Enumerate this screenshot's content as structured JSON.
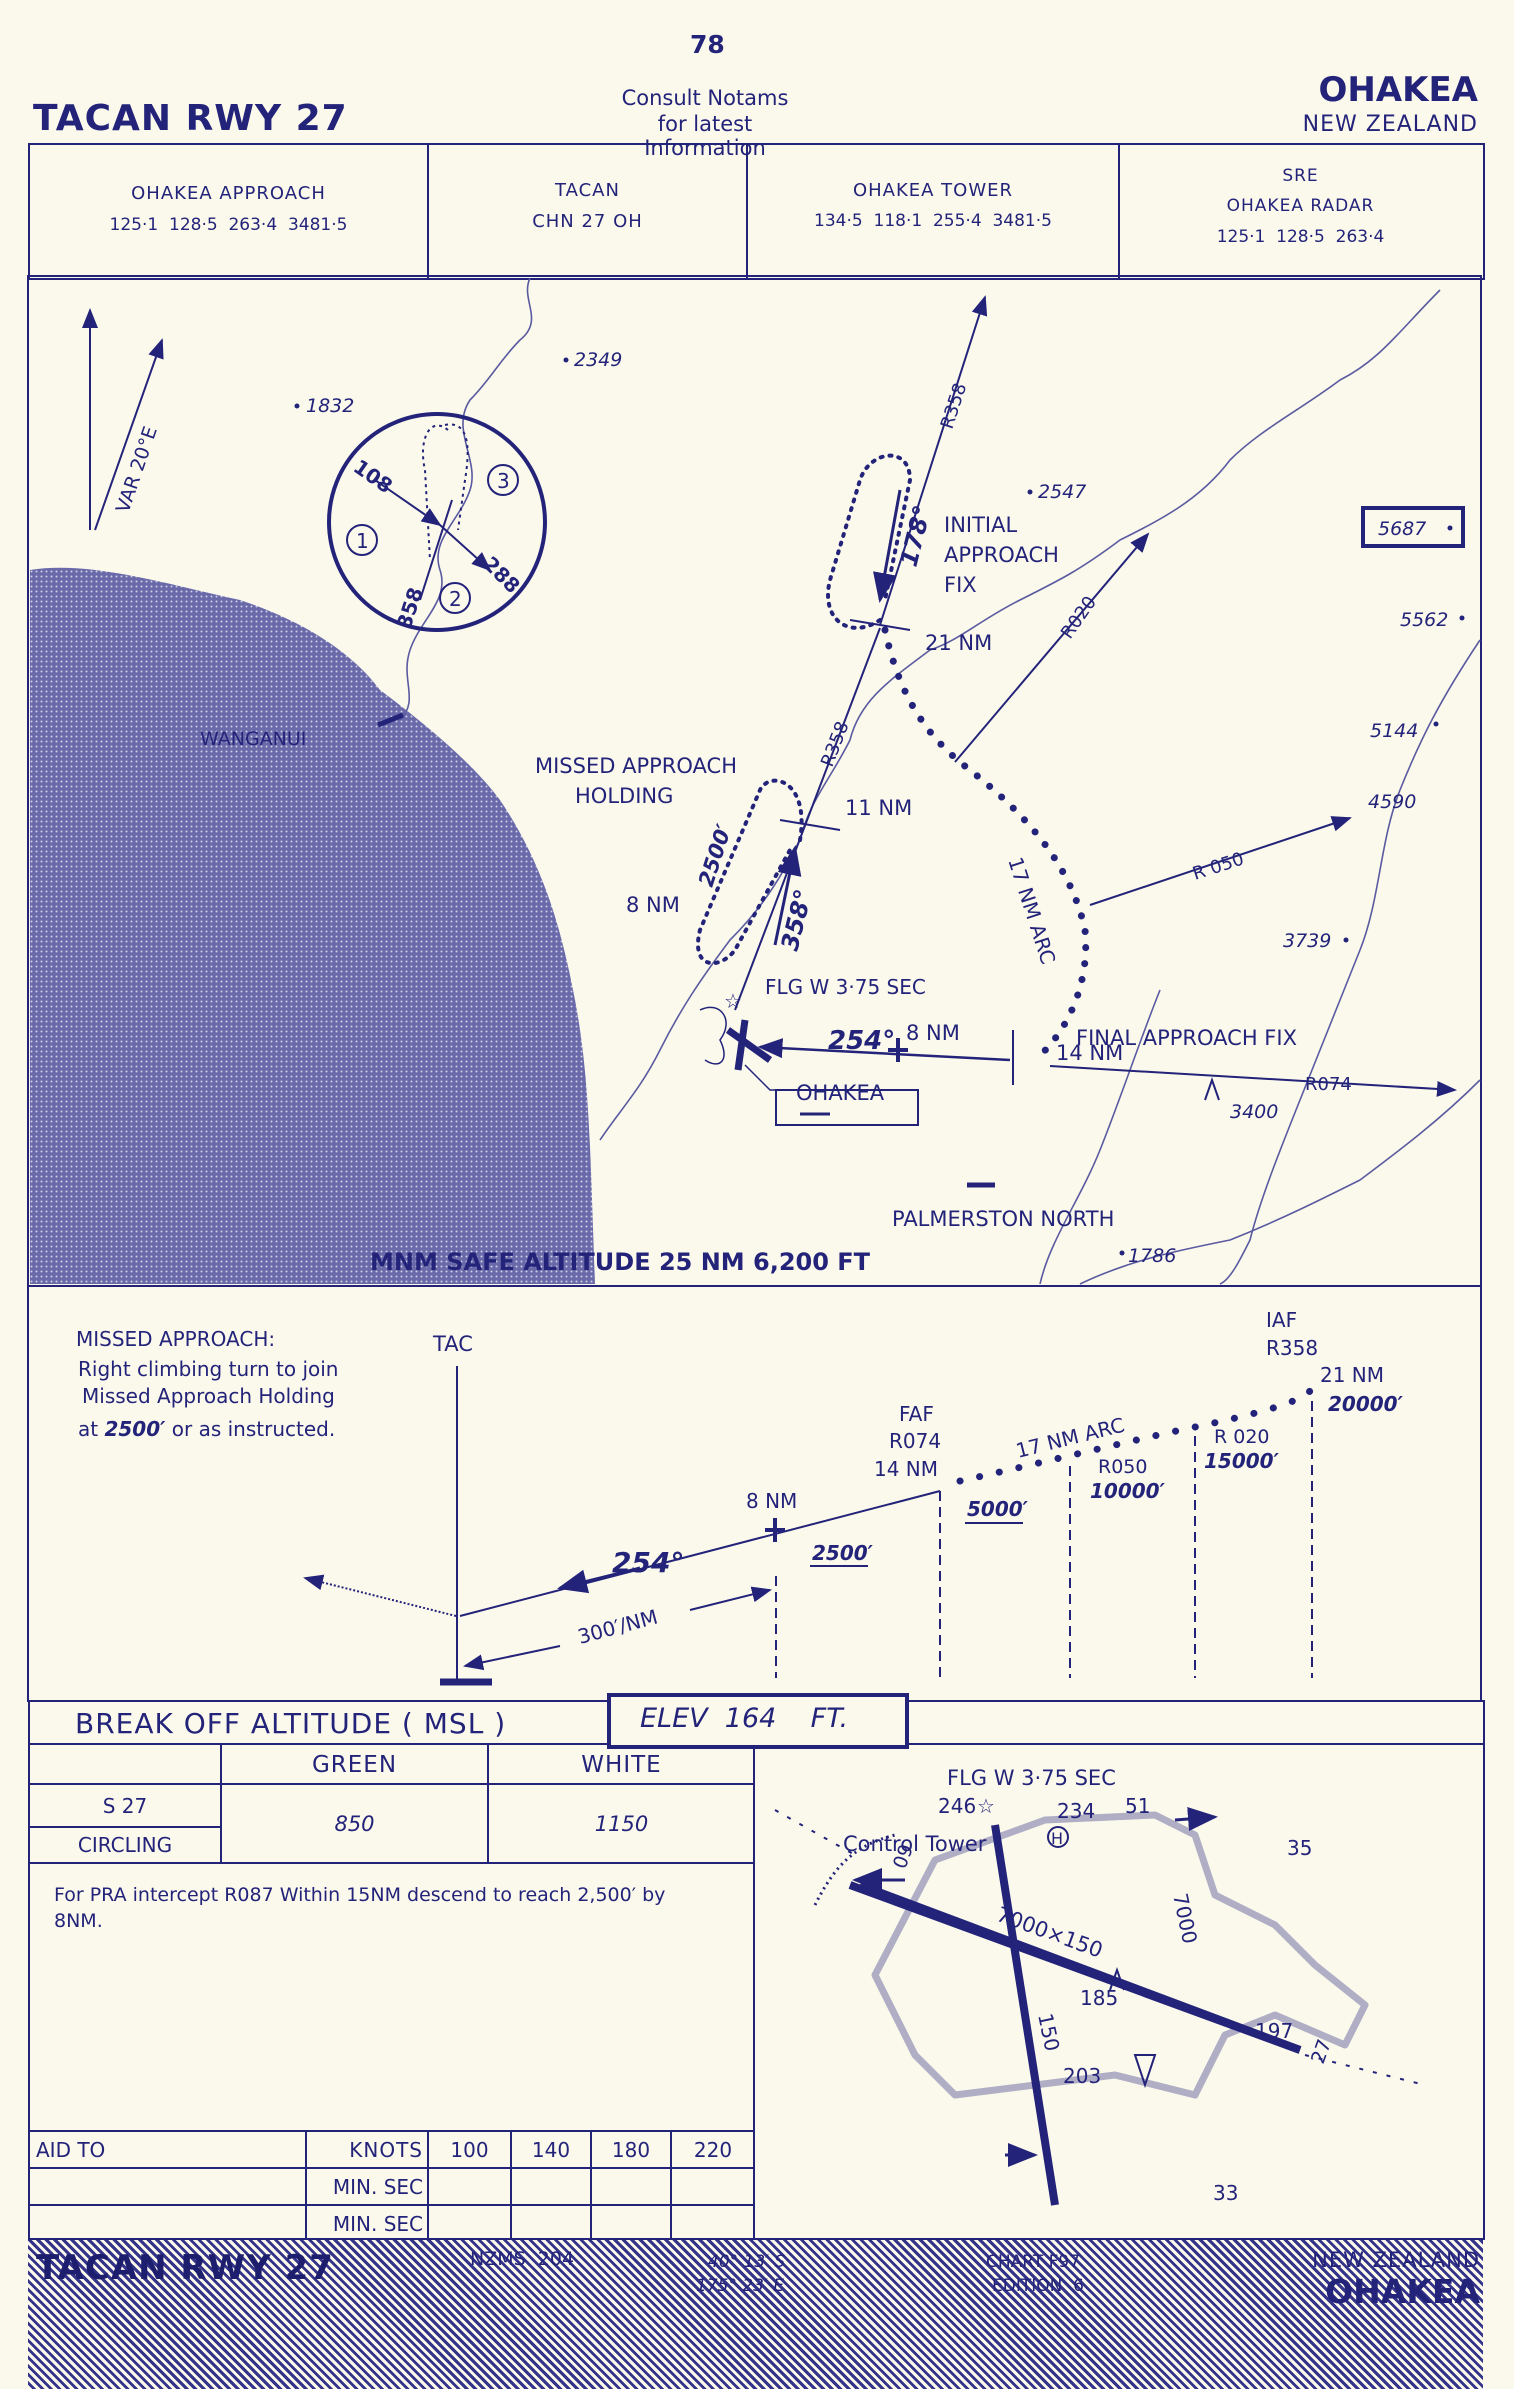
{
  "header": {
    "page_number": "78",
    "title": "TACAN RWY 27",
    "notams_line1": "Consult Notams",
    "notams_line2": "for latest Information",
    "airport": "OHAKEA",
    "country": "NEW ZEALAND"
  },
  "frequencies": [
    {
      "name": "OHAKEA APPROACH",
      "value": "125·1  128·5  263·4  3481·5"
    },
    {
      "name": "TACAN",
      "value": "CHN 27 OH"
    },
    {
      "name": "OHAKEA TOWER",
      "value": "134·5  118·1  255·4  3481·5"
    },
    {
      "name_line1": "SRE",
      "name_line2": "OHAKEA RADAR",
      "value": "125·1  128·5  263·4"
    }
  ],
  "plan": {
    "var": "VAR 20°E",
    "elevations": [
      "2349",
      "1832",
      "2547",
      "5687",
      "5562",
      "5144",
      "4590",
      "3739",
      "3400",
      "1786"
    ],
    "holding_numbers": {
      "n1": "1",
      "n2": "2",
      "n3": "3",
      "h108": "108",
      "h358": "358",
      "h288": "288"
    },
    "wanganui": "WANGANUI",
    "missed_holding_1": "MISSED APPROACH",
    "missed_holding_2": "HOLDING",
    "alt_2500": "2500′",
    "r358_upper": "R358",
    "r358_lower": "R358",
    "initial_1": "INITIAL",
    "initial_2": "APPROACH",
    "initial_3": "FIX",
    "inbound_178": "178°",
    "nm21": "21 NM",
    "r020": "R020",
    "nm11": "11 NM",
    "arc": "17 NM ARC",
    "r050": "R 050",
    "nm8": "8 NM",
    "inbound_358": "358°",
    "flg": "FLG W 3·75 SEC",
    "course_254": "254°",
    "nm8_b": "8 NM",
    "final_fix": "FINAL APPROACH FIX",
    "nm14": "14 NM",
    "r074": "R074",
    "ohakea": "OHAKEA",
    "palmerston": "PALMERSTON NORTH",
    "msa": "MNM SAFE ALTITUDE 25 NM  6,200 FT"
  },
  "profile": {
    "missed_1": "MISSED APPROACH:",
    "missed_2": "Right climbing turn to join",
    "missed_3": "Missed Approach Holding",
    "missed_4_alt": "2500′",
    "missed_4_pre": "at",
    "missed_4_post": "or as instructed.",
    "tac": "TAC",
    "iaf": "IAF",
    "iaf_r": "R358",
    "iaf_nm": "21 NM",
    "alt_20000": "20000′",
    "r020": "R 020",
    "alt_15000": "15000′",
    "arc": "17 NM  ARC",
    "r050": "R050",
    "alt_10000": "10000′",
    "faf": "FAF",
    "faf_r": "R074",
    "faf_nm": "14 NM",
    "alt_5000": "5000′",
    "nm8": "8 NM",
    "alt_2500": "2500′",
    "course": "254°",
    "gradient": "300′/NM"
  },
  "minima": {
    "break_off": "BREAK OFF ALTITUDE ( MSL )",
    "elev": "ELEV  164    FT.",
    "col_green": "GREEN",
    "col_white": "WHITE",
    "row1": "S 27",
    "row2": "CIRCLING",
    "green_val": "850",
    "white_val": "1150",
    "pra_note": "For PRA intercept R087 Within 15NM descend to reach 2,500′ by 8NM."
  },
  "aid_table": {
    "aid_to": "AID TO",
    "knots": "KNOTS",
    "min_sec_1": "MIN. SEC",
    "min_sec_2": "MIN. SEC",
    "speeds": [
      "100",
      "140",
      "180",
      "220"
    ]
  },
  "aerodrome": {
    "flg": "FLG W 3·75 SEC",
    "elev_246": "246",
    "elev_234": "234",
    "rwy_51": "51",
    "control_tower": "Control Tower",
    "elev_35": "35",
    "rwy_09": "09",
    "rwy_7000": "7000",
    "rwy_7000x150": "7000×150",
    "elev_185": "185",
    "elev_197": "197",
    "rwy_27": "27",
    "rwy_150": "150",
    "elev_203": "203",
    "rwy_33": "33",
    "tower_h": "H"
  },
  "footer": {
    "title": "TACAN RWY 27",
    "nzms": "NZMS  204",
    "lat": "40° 13′ S",
    "lon": "175° 23′ E",
    "chart": "CHART F97",
    "edition": "EDITION  6",
    "country": "NEW ZEALAND",
    "airport": "OHAKEA"
  },
  "colors": {
    "ink": "#23237a",
    "paper": "#fbf9ec"
  }
}
